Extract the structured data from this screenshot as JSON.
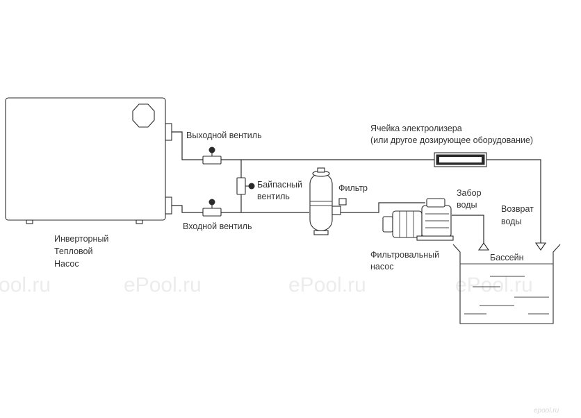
{
  "labels": {
    "heat_pump": [
      "Инверторный",
      "Тепловой",
      "Насос"
    ],
    "outlet_valve": "Выходной вентиль",
    "inlet_valve": "Входной вентиль",
    "bypass_valve": [
      "Байпасный",
      "вентиль"
    ],
    "filter": "Фильтр",
    "electrolyzer": [
      "Ячейка электролизера",
      "(или другое дозирующее оборудование)"
    ],
    "water_intake": [
      "Забор",
      "воды"
    ],
    "water_return": [
      "Возврат",
      "воды"
    ],
    "filter_pump": [
      "Фильтровальный",
      "насос"
    ],
    "pool": "Бассейн"
  },
  "watermark": [
    "ool.ru",
    "ePool.ru",
    "ePool.ru",
    "ePool.ru"
  ],
  "brand_mark": "epool.ru"
}
